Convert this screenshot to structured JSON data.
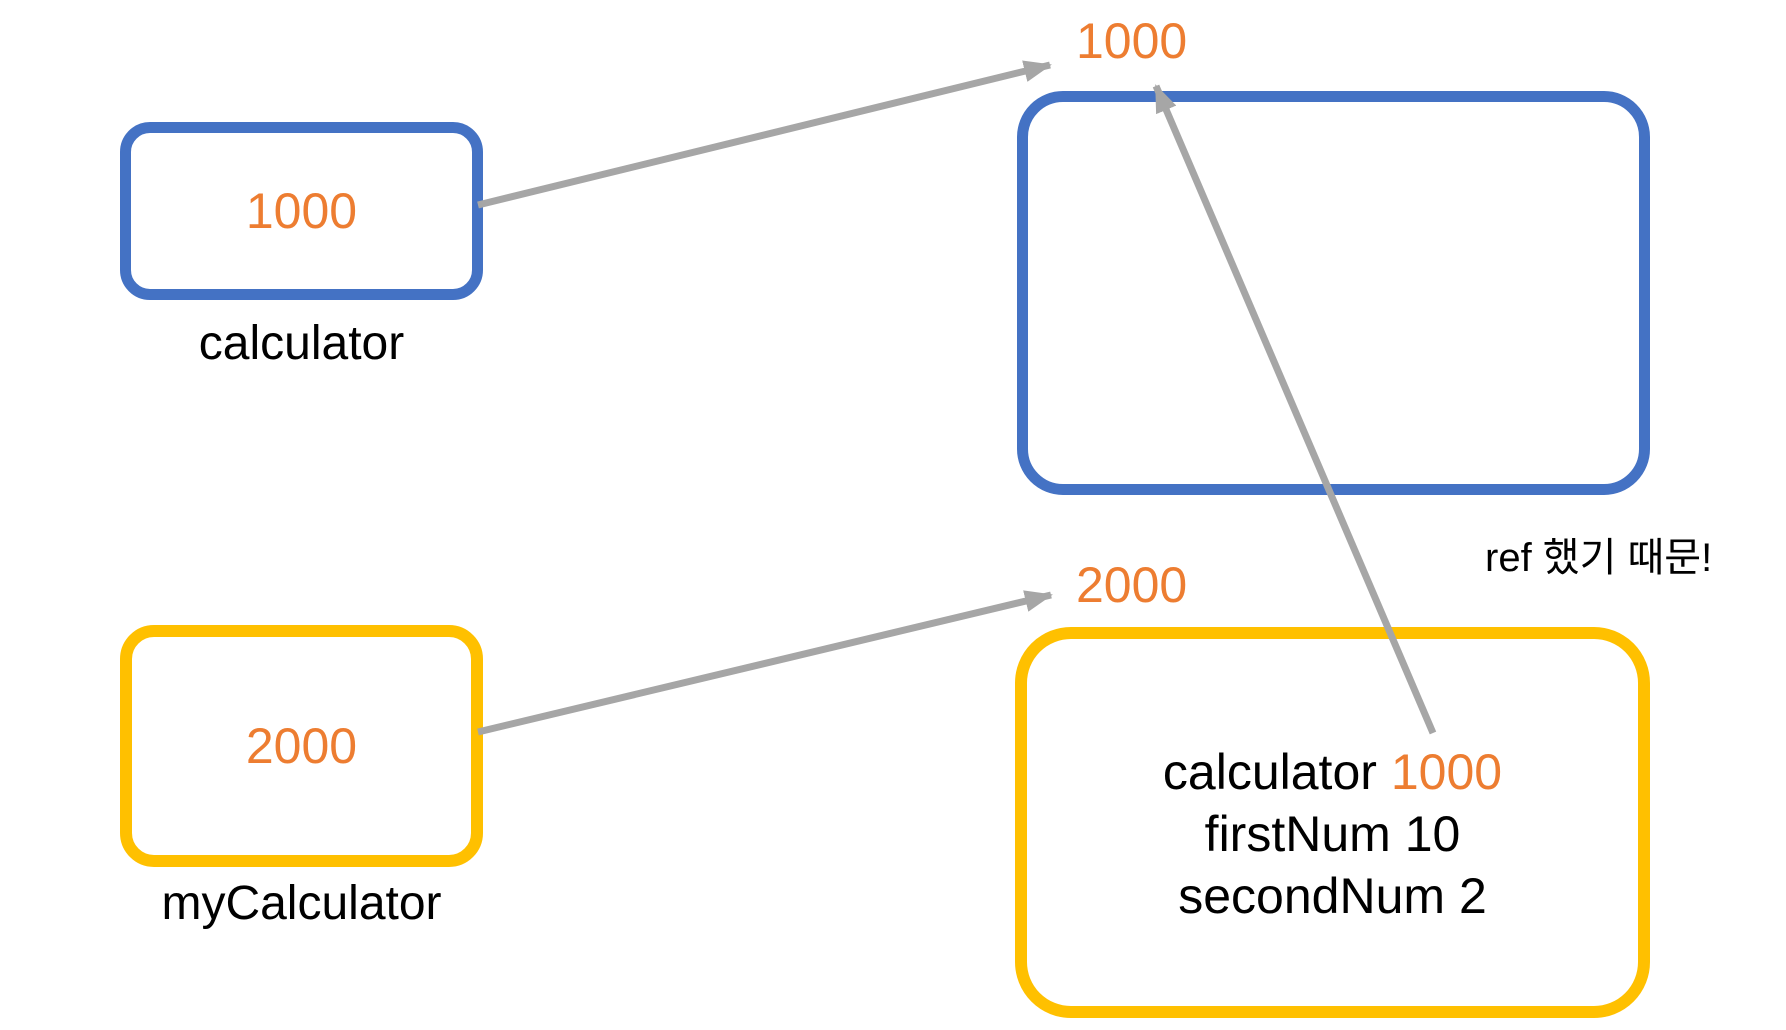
{
  "colors": {
    "box_blue": "#4472C4",
    "box_yellow": "#FFC000",
    "address_orange": "#ED7D31",
    "arrow_gray": "#A6A6A6",
    "text_black": "#000000",
    "background": "#FFFFFF"
  },
  "stack": {
    "calculator": {
      "value": "1000",
      "label": "calculator"
    },
    "myCalculator": {
      "value": "2000",
      "label": "myCalculator"
    }
  },
  "heap": {
    "object1": {
      "address": "1000"
    },
    "object2": {
      "address": "2000",
      "fields": [
        {
          "name": "calculator",
          "value": "1000"
        },
        {
          "name": "firstNum",
          "value": "10"
        },
        {
          "name": "secondNum",
          "value": "2"
        }
      ]
    }
  },
  "annotation": {
    "text": "ref 했기 때문!"
  },
  "arrows": [
    {
      "from": "stack calculator box",
      "to": "heap object address 1000"
    },
    {
      "from": "stack myCalculator box",
      "to": "heap object address 2000"
    },
    {
      "from": "object2 field calculator 1000",
      "to": "heap object1 (1000)"
    }
  ]
}
